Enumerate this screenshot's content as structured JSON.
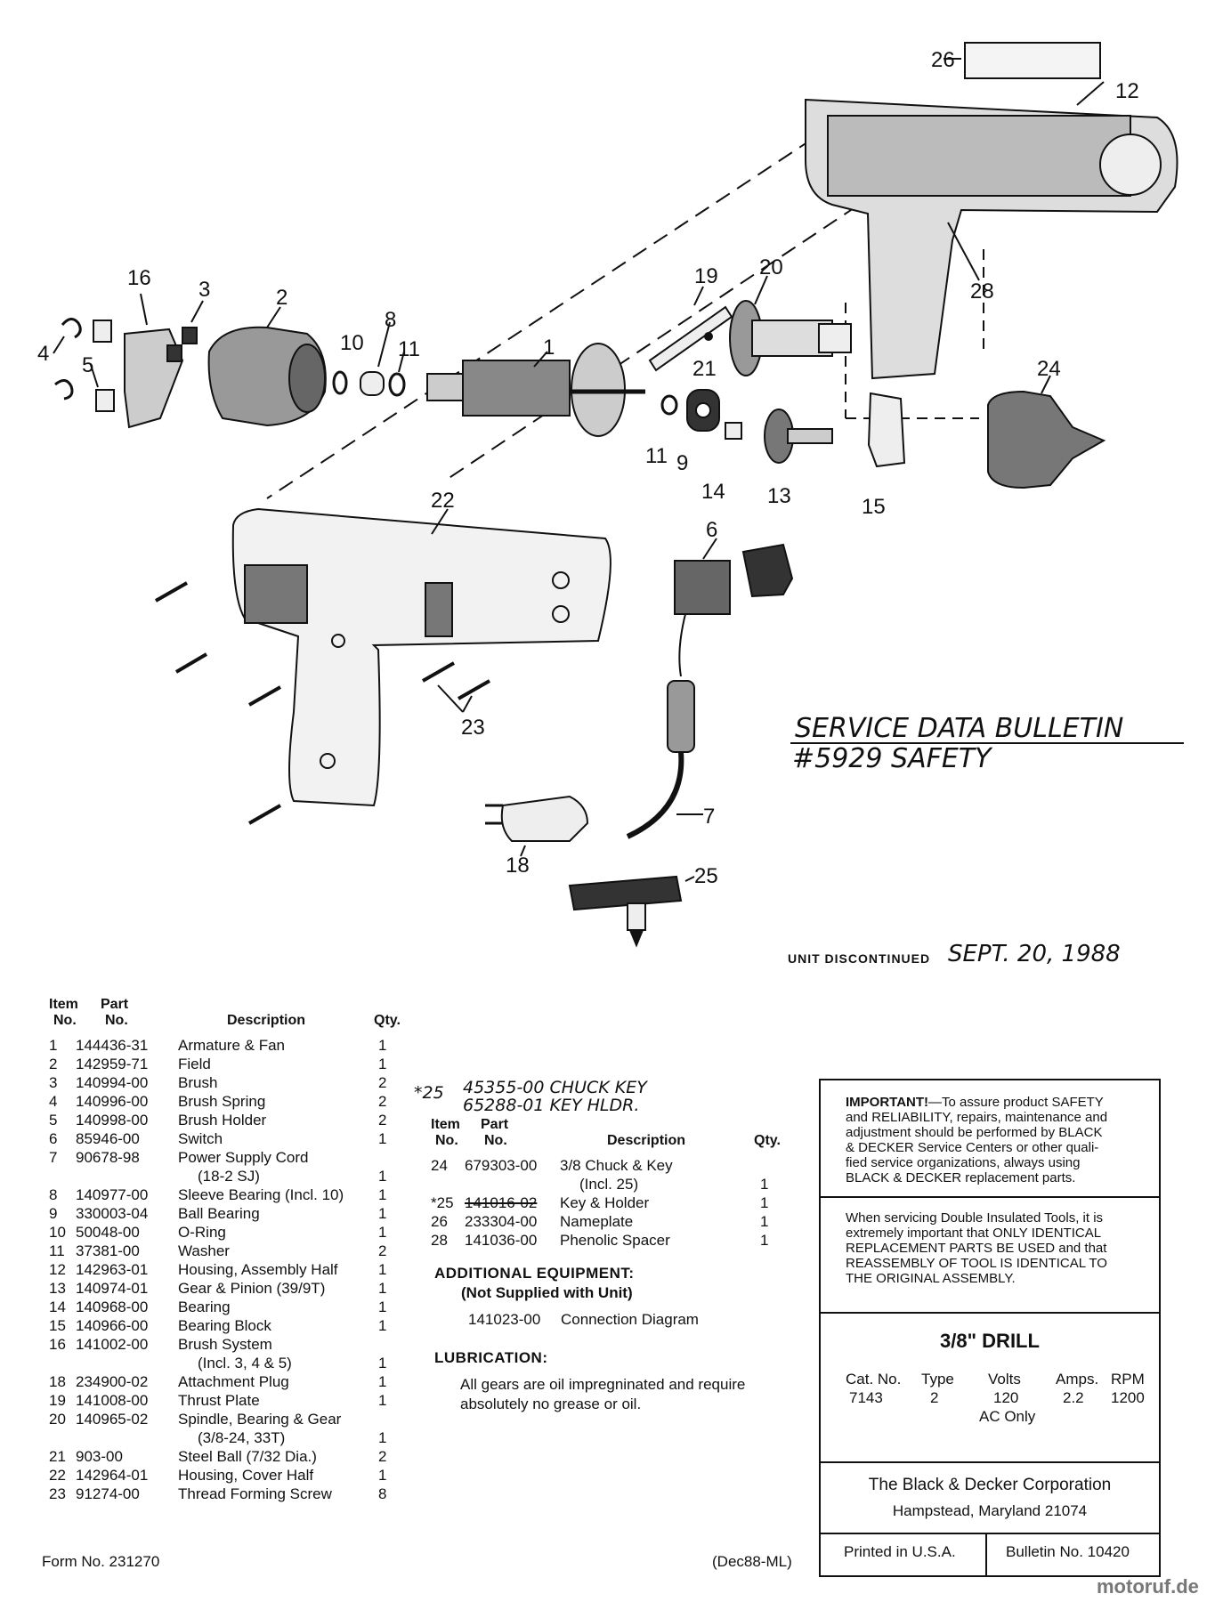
{
  "diagram": {
    "callouts": [
      "26",
      "12",
      "16",
      "3",
      "2",
      "10",
      "8",
      "11",
      "1",
      "19",
      "20",
      "21",
      "28",
      "4",
      "5",
      "24",
      "11",
      "9",
      "14",
      "13",
      "15",
      "22",
      "6",
      "23",
      "7",
      "18",
      "25"
    ],
    "handwritten_bulletin_line1": "SERVICE DATA BULLETIN",
    "handwritten_bulletin_line2": "#5929 SAFETY",
    "discontinued_label": "UNIT DISCONTINUED",
    "discontinued_date": "SEPT. 20, 1988"
  },
  "table_left": {
    "headers": {
      "item_top": "Item",
      "item_bottom": "No.",
      "part_top": "Part",
      "part_bottom": "No.",
      "description": "Description",
      "qty": "Qty."
    },
    "rows": [
      {
        "item": "1",
        "part": "144436-31",
        "desc": "Armature & Fan",
        "qty": "1",
        "struck": true
      },
      {
        "item": "2",
        "part": "142959-71",
        "desc": "Field",
        "qty": "1"
      },
      {
        "item": "3",
        "part": "140994-00",
        "desc": "Brush",
        "qty": "2"
      },
      {
        "item": "4",
        "part": "140996-00",
        "desc": "Brush Spring",
        "qty": "2"
      },
      {
        "item": "5",
        "part": "140998-00",
        "desc": "Brush Holder",
        "qty": "2"
      },
      {
        "item": "6",
        "part": "85946-00",
        "desc": "Switch",
        "qty": "1"
      },
      {
        "item": "7",
        "part": "90678-98",
        "desc": "Power Supply Cord",
        "qty": ""
      },
      {
        "item": "",
        "part": "",
        "desc": "(18-2 SJ)",
        "qty": "1",
        "indent": true
      },
      {
        "item": "8",
        "part": "140977-00",
        "desc": "Sleeve Bearing (Incl. 10)",
        "qty": "1"
      },
      {
        "item": "9",
        "part": "330003-04",
        "desc": "Ball Bearing",
        "qty": "1"
      },
      {
        "item": "10",
        "part": "50048-00",
        "desc": "O-Ring",
        "qty": "1"
      },
      {
        "item": "11",
        "part": "37381-00",
        "desc": "Washer",
        "qty": "2"
      },
      {
        "item": "12",
        "part": "142963-01",
        "desc": "Housing, Assembly Half",
        "qty": "1",
        "struck": true
      },
      {
        "item": "13",
        "part": "140974-01",
        "desc": "Gear & Pinion (39/9T)",
        "qty": "1"
      },
      {
        "item": "14",
        "part": "140968-00",
        "desc": "Bearing",
        "qty": "1"
      },
      {
        "item": "15",
        "part": "140966-00",
        "desc": "Bearing Block",
        "qty": "1"
      },
      {
        "item": "16",
        "part": "141002-00",
        "desc": "Brush System",
        "qty": ""
      },
      {
        "item": "",
        "part": "",
        "desc": "(Incl. 3, 4 & 5)",
        "qty": "1",
        "indent": true
      },
      {
        "item": "18",
        "part": "234900-02",
        "desc": "Attachment Plug",
        "qty": "1"
      },
      {
        "item": "19",
        "part": "141008-00",
        "desc": "Thrust Plate",
        "qty": "1"
      },
      {
        "item": "20",
        "part": "140965-02",
        "desc": "Spindle, Bearing & Gear",
        "qty": ""
      },
      {
        "item": "",
        "part": "",
        "desc": "(3/8-24, 33T)",
        "qty": "1",
        "indent": true
      },
      {
        "item": "21",
        "part": "903-00",
        "desc": "Steel Ball (7/32 Dia.)",
        "qty": "2"
      },
      {
        "item": "22",
        "part": "142964-01",
        "desc": "Housing, Cover Half",
        "qty": "1",
        "struck": true
      },
      {
        "item": "23",
        "part": "91274-00",
        "desc": "Thread Forming Screw",
        "qty": "8"
      }
    ]
  },
  "handwritten_note": {
    "item": "*25",
    "line1": "45355-00 CHUCK KEY",
    "line2": "65288-01 KEY HLDR."
  },
  "table_right": {
    "headers": {
      "item_top": "Item",
      "item_bottom": "No.",
      "part_top": "Part",
      "part_bottom": "No.",
      "description": "Description",
      "qty": "Qty."
    },
    "rows": [
      {
        "item": "24",
        "part": "679303-00",
        "desc": "3/8 Chuck & Key",
        "qty": ""
      },
      {
        "item": "",
        "part": "",
        "desc": "(Incl. 25)",
        "qty": "1",
        "indent": true
      },
      {
        "item": "*25",
        "part": "141016-02",
        "desc": "Key & Holder",
        "qty": "1",
        "part_struck": true
      },
      {
        "item": "26",
        "part": "233304-00",
        "desc": "Nameplate",
        "qty": "1"
      },
      {
        "item": "28",
        "part": "141036-00",
        "desc": "Phenolic Spacer",
        "qty": "1"
      }
    ]
  },
  "additional_equipment": {
    "title": "ADDITIONAL EQUIPMENT:",
    "subtitle": "(Not Supplied with Unit)",
    "part": "141023-00",
    "desc": "Connection Diagram"
  },
  "lubrication": {
    "title": "LUBRICATION:",
    "line1": "All gears are oil impregninated and require",
    "line2": "absolutely no grease or oil."
  },
  "info_box": {
    "important_lead": "IMPORTANT!",
    "important_lines": [
      "—To assure product SAFETY",
      "and RELIABILITY, repairs, maintenance and",
      "adjustment should be performed by BLACK",
      "& DECKER Service Centers or other quali-",
      "fied service organizations, always using",
      "BLACK & DECKER replacement parts."
    ],
    "double_insulated_lines": [
      "When servicing Double Insulated Tools, it is",
      "extremely important that ONLY IDENTICAL",
      "REPLACEMENT PARTS BE USED and that",
      "REASSEMBLY OF TOOL IS IDENTICAL TO",
      "THE ORIGINAL ASSEMBLY."
    ],
    "product_title": "3/8\" DRILL",
    "spec_headers": [
      "Cat. No.",
      "Type",
      "Volts",
      "Amps.",
      "RPM"
    ],
    "spec_values": [
      "7143",
      "2",
      "120",
      "2.2",
      "1200"
    ],
    "ac_only": "AC Only",
    "company": "The Black & Decker Corporation",
    "address": "Hampstead, Maryland 21074",
    "printed": "Printed in U.S.A.",
    "bulletin": "Bulletin No. 10420"
  },
  "footer": {
    "form_no": "Form No. 231270",
    "date_code": "(Dec88-ML)",
    "watermark": "motoruf.de"
  }
}
